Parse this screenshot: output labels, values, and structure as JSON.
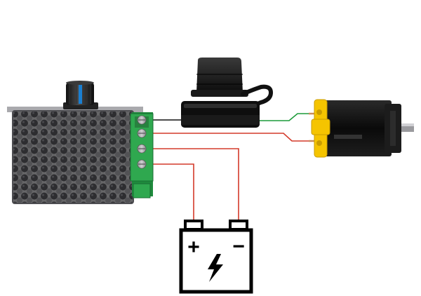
{
  "diagram": {
    "components": [
      {
        "id": "pwm-controller",
        "kind": "motor speed controller module with knob"
      },
      {
        "id": "inline-fuse",
        "kind": "inline blade fuse holder"
      },
      {
        "id": "dc-motor",
        "kind": "dc motor"
      },
      {
        "id": "battery",
        "kind": "battery"
      }
    ],
    "battery_labels": {
      "positive": "+",
      "negative": "−"
    },
    "wires": [
      {
        "from": "pwm-controller",
        "to": "inline-fuse",
        "color": "black"
      },
      {
        "from": "inline-fuse",
        "to": "dc-motor",
        "color": "green"
      },
      {
        "from": "pwm-controller",
        "to": "dc-motor",
        "color": "red"
      },
      {
        "from": "pwm-controller",
        "to": "battery",
        "terminal": "negative",
        "color": "red"
      },
      {
        "from": "pwm-controller",
        "to": "battery",
        "terminal": "positive",
        "color": "red"
      }
    ],
    "colors": {
      "wire_red": "#d43a2a",
      "wire_black": "#111111",
      "wire_green": "#1c9b3a",
      "terminal_green": "#2fa84f",
      "motor_yellow": "#f5c400",
      "knob_blue": "#1a7fd1",
      "battery_stroke": "#000000"
    }
  }
}
